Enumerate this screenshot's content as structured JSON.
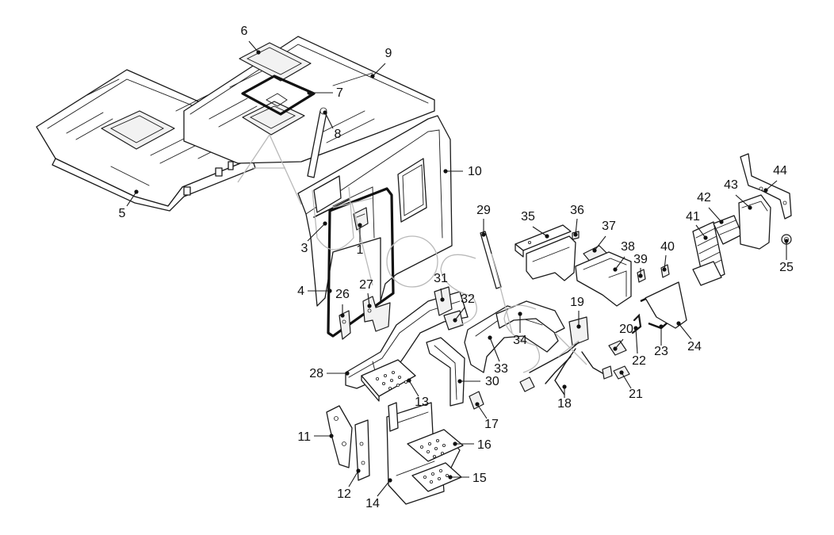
{
  "diagram": {
    "callouts": [
      {
        "id": "1",
        "text": "1"
      },
      {
        "id": "3",
        "text": "3"
      },
      {
        "id": "4",
        "text": "4"
      },
      {
        "id": "5",
        "text": "5"
      },
      {
        "id": "6",
        "text": "6"
      },
      {
        "id": "7",
        "text": "7"
      },
      {
        "id": "8",
        "text": "8"
      },
      {
        "id": "9",
        "text": "9"
      },
      {
        "id": "10",
        "text": "10"
      },
      {
        "id": "11",
        "text": "11"
      },
      {
        "id": "12",
        "text": "12"
      },
      {
        "id": "13",
        "text": "13"
      },
      {
        "id": "14",
        "text": "14"
      },
      {
        "id": "15",
        "text": "15"
      },
      {
        "id": "16",
        "text": "16"
      },
      {
        "id": "17",
        "text": "17"
      },
      {
        "id": "18",
        "text": "18"
      },
      {
        "id": "19",
        "text": "19"
      },
      {
        "id": "20",
        "text": "20"
      },
      {
        "id": "21",
        "text": "21"
      },
      {
        "id": "22",
        "text": "22"
      },
      {
        "id": "23",
        "text": "23"
      },
      {
        "id": "24",
        "text": "24"
      },
      {
        "id": "25",
        "text": "25"
      },
      {
        "id": "26",
        "text": "26"
      },
      {
        "id": "27",
        "text": "27"
      },
      {
        "id": "28",
        "text": "28"
      },
      {
        "id": "29",
        "text": "29"
      },
      {
        "id": "30",
        "text": "30"
      },
      {
        "id": "31",
        "text": "31"
      },
      {
        "id": "32",
        "text": "32"
      },
      {
        "id": "33",
        "text": "33"
      },
      {
        "id": "34",
        "text": "34"
      },
      {
        "id": "35",
        "text": "35"
      },
      {
        "id": "36",
        "text": "36"
      },
      {
        "id": "37",
        "text": "37"
      },
      {
        "id": "38",
        "text": "38"
      },
      {
        "id": "39",
        "text": "39"
      },
      {
        "id": "40",
        "text": "40"
      },
      {
        "id": "41",
        "text": "41"
      },
      {
        "id": "42",
        "text": "42"
      },
      {
        "id": "43",
        "text": "43"
      },
      {
        "id": "44",
        "text": "44"
      }
    ],
    "watermark": "AUTOSIST",
    "colors": {
      "line": "#1a1a1a",
      "background": "#ffffff",
      "watermark": "#b9b9b9"
    }
  }
}
